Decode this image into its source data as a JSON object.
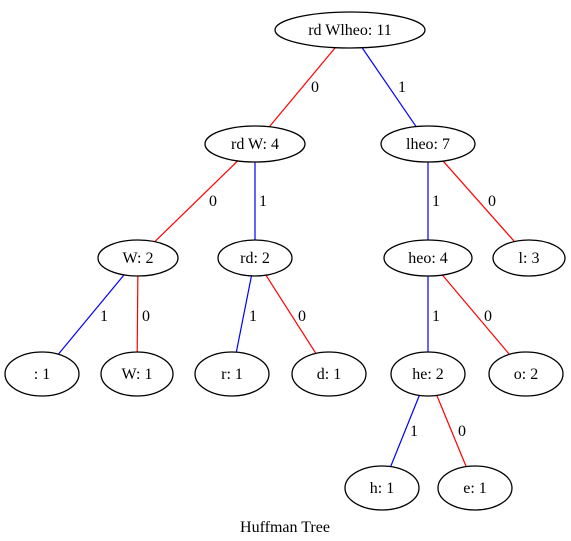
{
  "title": "Huffman Tree",
  "colors": {
    "bit_0": "#ff0000",
    "bit_1": "#0000ff",
    "node_stroke": "#000000",
    "background": "#ffffff"
  },
  "nodes": [
    {
      "id": "root",
      "label": "rd Wlheo: 11"
    },
    {
      "id": "n_rdW",
      "label": "rd W: 4"
    },
    {
      "id": "n_lheo",
      "label": "lheo: 7"
    },
    {
      "id": "n_W2",
      "label": "W: 2"
    },
    {
      "id": "n_rd",
      "label": "rd: 2"
    },
    {
      "id": "n_heo",
      "label": "heo: 4"
    },
    {
      "id": "n_l",
      "label": "l: 3"
    },
    {
      "id": "n_space",
      "label": ": 1"
    },
    {
      "id": "n_W1",
      "label": "W: 1"
    },
    {
      "id": "n_r",
      "label": "r: 1"
    },
    {
      "id": "n_d",
      "label": "d: 1"
    },
    {
      "id": "n_he",
      "label": "he: 2"
    },
    {
      "id": "n_o",
      "label": "o: 2"
    },
    {
      "id": "n_h",
      "label": "h: 1"
    },
    {
      "id": "n_e",
      "label": "e: 1"
    }
  ],
  "edges": [
    {
      "from": "root",
      "to": "n_rdW",
      "bit": "0"
    },
    {
      "from": "root",
      "to": "n_lheo",
      "bit": "1"
    },
    {
      "from": "n_rdW",
      "to": "n_W2",
      "bit": "0"
    },
    {
      "from": "n_rdW",
      "to": "n_rd",
      "bit": "1"
    },
    {
      "from": "n_lheo",
      "to": "n_heo",
      "bit": "1"
    },
    {
      "from": "n_lheo",
      "to": "n_l",
      "bit": "0"
    },
    {
      "from": "n_W2",
      "to": "n_space",
      "bit": "1"
    },
    {
      "from": "n_W2",
      "to": "n_W1",
      "bit": "0"
    },
    {
      "from": "n_rd",
      "to": "n_r",
      "bit": "1"
    },
    {
      "from": "n_rd",
      "to": "n_d",
      "bit": "0"
    },
    {
      "from": "n_heo",
      "to": "n_he",
      "bit": "1"
    },
    {
      "from": "n_heo",
      "to": "n_o",
      "bit": "0"
    },
    {
      "from": "n_he",
      "to": "n_h",
      "bit": "1"
    },
    {
      "from": "n_he",
      "to": "n_e",
      "bit": "0"
    }
  ]
}
